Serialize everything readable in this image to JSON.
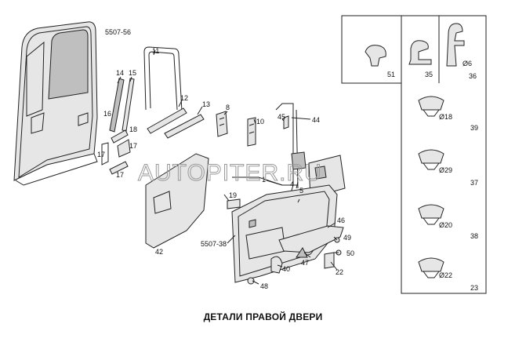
{
  "caption": "ДЕТАЛИ ПРАВОЙ ДВЕРИ",
  "watermark": "AUTOPITER.RU",
  "part_labels": {
    "door": "5507-56",
    "l11": "11",
    "l14": "14",
    "l15": "15",
    "l16": "16",
    "l18": "18",
    "l17a": "17",
    "l17b": "17",
    "l17c": "17",
    "l12": "12",
    "l13": "13",
    "l8": "8",
    "l10": "10",
    "l45": "45",
    "l44": "44",
    "l1": "1",
    "l4": "4",
    "l5": "5",
    "l19": "19",
    "l42": "42",
    "trim": "5507-38",
    "l46": "46",
    "l49": "49",
    "l50": "50",
    "l47": "47",
    "l22": "22",
    "l40": "40",
    "l48": "48"
  },
  "legend_panel": {
    "top_labels": [
      "51",
      "35",
      "36"
    ],
    "diameter_labels": [
      "Ø6",
      "Ø18",
      "Ø29",
      "Ø20",
      "Ø22"
    ],
    "side_labels": [
      "39",
      "37",
      "38",
      "23"
    ]
  }
}
